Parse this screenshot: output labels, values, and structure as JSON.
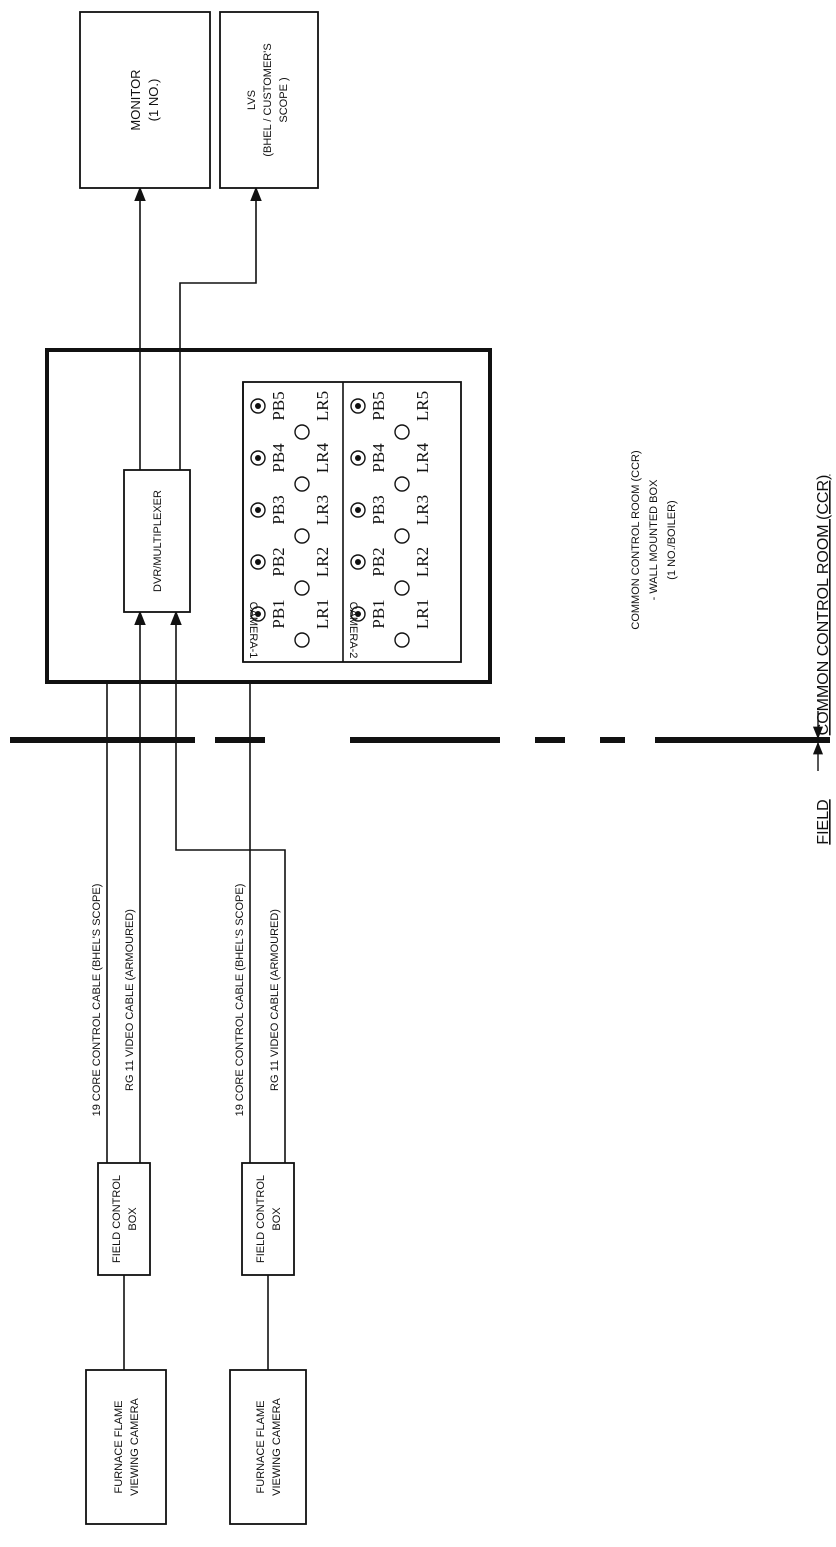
{
  "monitor": {
    "line1": "MONITOR",
    "line2": "(1 NO.)"
  },
  "lvs": {
    "line1": "LVS",
    "line2": "(BHEL / CUSTOMER'S",
    "line3": "SCOPE )"
  },
  "dvr_label": "DVR/MULTIPLEXER",
  "panel": {
    "camera_labels": [
      "CAMERA-1",
      "CAMERA-2"
    ],
    "push_buttons": [
      "PB1",
      "PB2",
      "PB3",
      "PB4",
      "PB5"
    ],
    "lamps": [
      "LR1",
      "LR2",
      "LR3",
      "LR4",
      "LR5"
    ]
  },
  "ccr_note": {
    "line1": "COMMON CONTROL ROOM (CCR)",
    "line2": "- WALL MOUNTED BOX",
    "line3": "(1 NO./BOILER)"
  },
  "ccr_title": "COMMON CONTROL ROOM (CCR)",
  "field_title": "FIELD",
  "cables": {
    "control": "19 CORE CONTROL CABLE (BHEL'S SCOPE)",
    "video": "RG 11 VIDEO CABLE (ARMOURED)"
  },
  "field_control_box": {
    "line1": "FIELD CONTROL",
    "line2": "BOX"
  },
  "camera": {
    "line1": "FURNACE FLAME",
    "line2": "VIEWING CAMERA"
  }
}
